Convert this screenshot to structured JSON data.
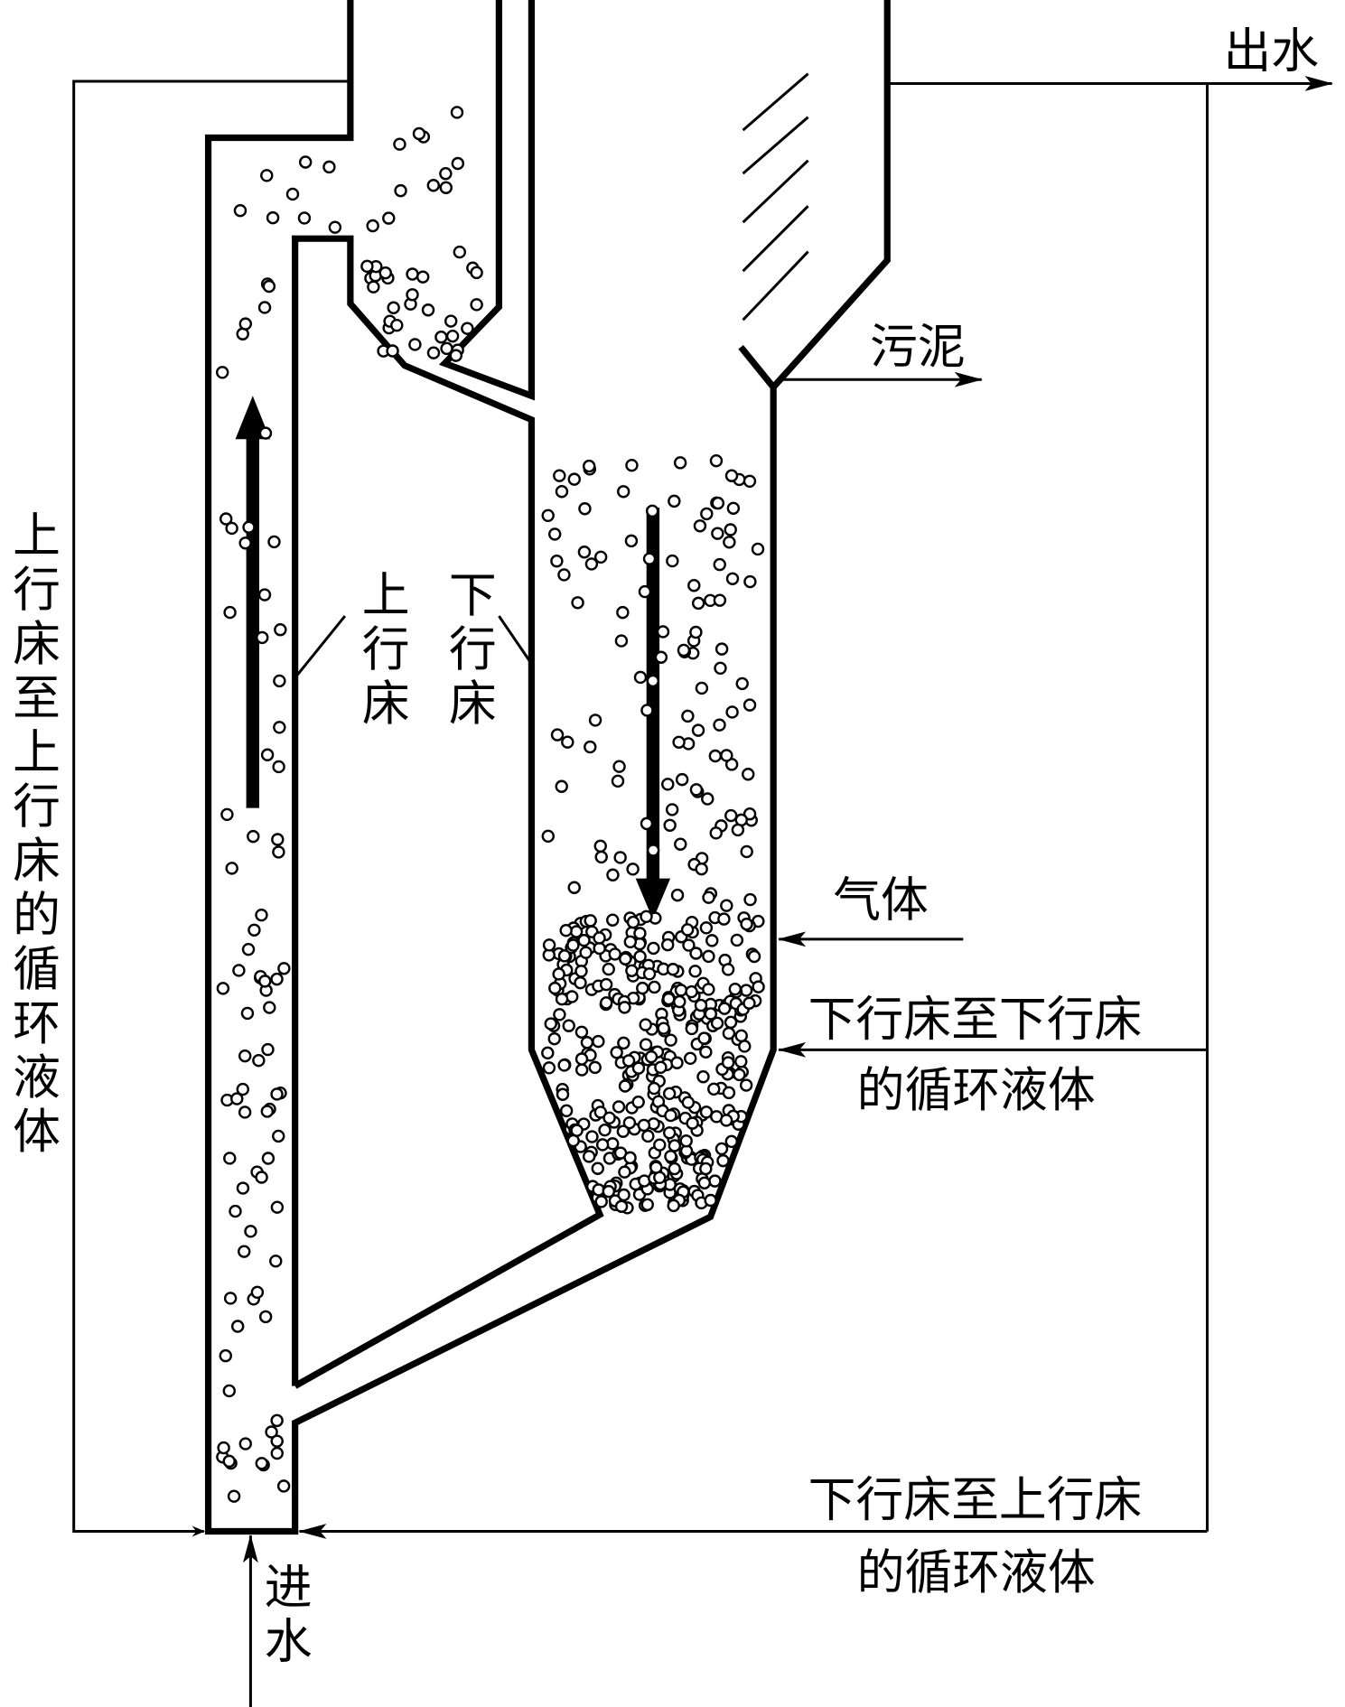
{
  "labels": {
    "water_out": "出水",
    "sludge": "污泥",
    "upflow_bed": "上行床",
    "downflow_bed": "下行床",
    "gas": "气体",
    "down_to_down_line1": "下行床至下行床",
    "down_to_down_line2": "的循环液体",
    "down_to_up_line1": "下行床至上行床",
    "down_to_up_line2": "的循环液体",
    "up_to_up": "上行床至上行床的循环液体",
    "water_in": "进水"
  }
}
